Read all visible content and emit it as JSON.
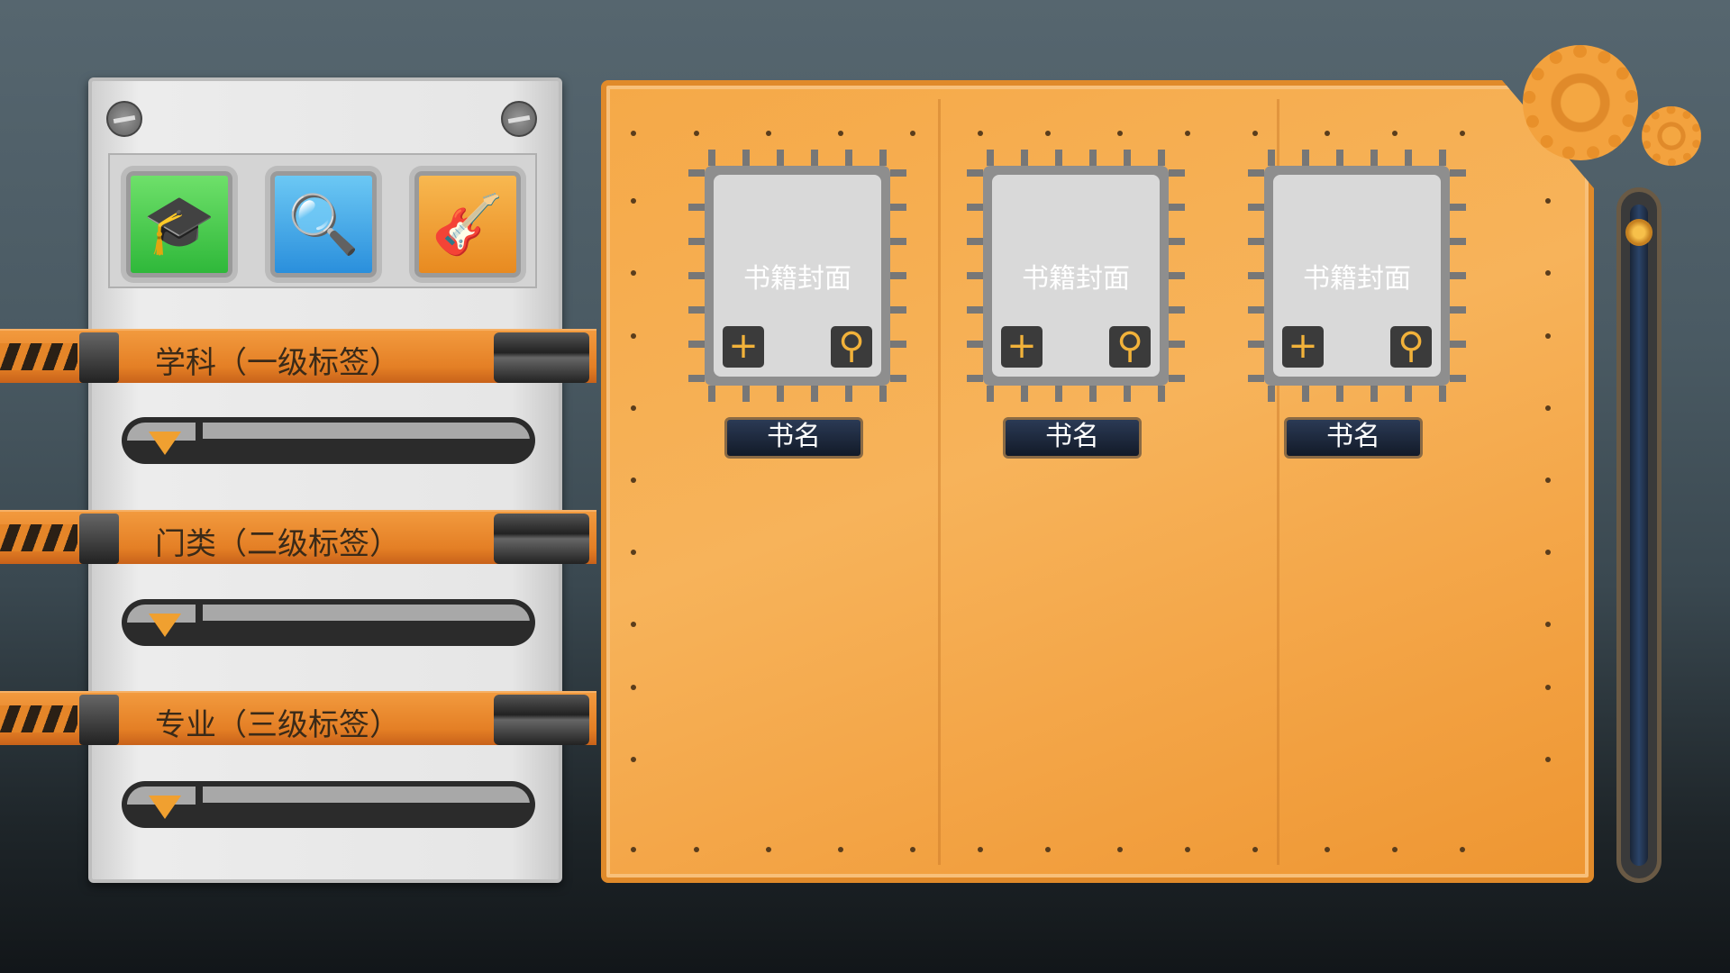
{
  "left_panel": {
    "categories": [
      {
        "name": "education",
        "icon": "graduation-cap-icon"
      },
      {
        "name": "search",
        "icon": "document-search-icon"
      },
      {
        "name": "music",
        "icon": "guitar-icon"
      }
    ],
    "filters": [
      {
        "label": "学科（一级标签）",
        "value": ""
      },
      {
        "label": "门类（二级标签）",
        "value": ""
      },
      {
        "label": "专业（三级标签）",
        "value": ""
      }
    ]
  },
  "books": [
    {
      "cover": "书籍封面",
      "title": "书名"
    },
    {
      "cover": "书籍封面",
      "title": "书名"
    },
    {
      "cover": "书籍封面",
      "title": "书名"
    }
  ],
  "icons": {
    "add": "+",
    "view": "⚲"
  },
  "scroll": {
    "position": 0
  },
  "colors": {
    "accent": "#f2a040",
    "panel": "#e6e6e6",
    "name_bg": "#1c2740"
  }
}
